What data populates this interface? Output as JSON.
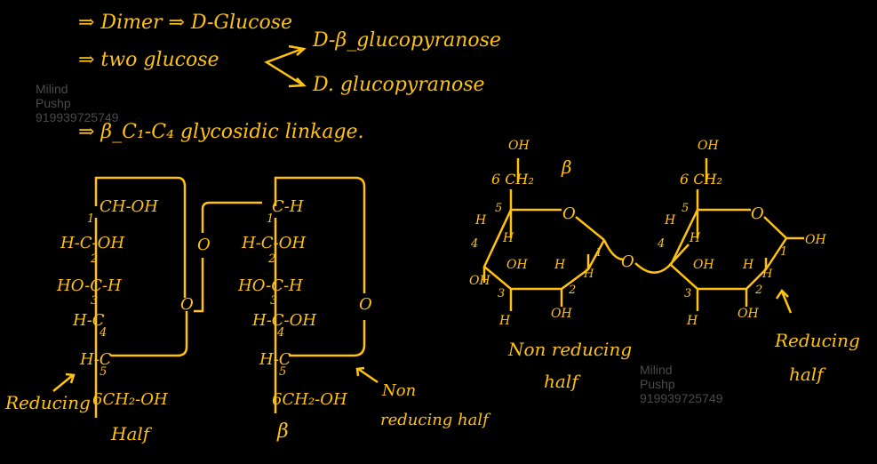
{
  "colors": {
    "background": "#000000",
    "ink": "#FFC20E",
    "watermark": "#4a4a4a"
  },
  "notes": {
    "line1": "⇒ Dimer ⇒ D-Glucose",
    "line2_prefix": "⇒ two glucose",
    "branch_a": "D-β_glucopyranose",
    "branch_b": "D. glucopyranose",
    "line3": "⇒ β_C₁-C₄ glycosidic linkage."
  },
  "watermark": {
    "name1": "Milind",
    "name2": "Pushp",
    "phone": "919939725749"
  },
  "fischer_left": {
    "r1": "CH-OH",
    "r2": "H-C-OH",
    "r3": "HO-C-H",
    "r4": "H-C",
    "r5": "H-C",
    "r6": "6CH₂-OH",
    "n1": "1",
    "n2": "2",
    "n3": "3",
    "n4": "4",
    "n5": "5",
    "label1": "Reducing",
    "label2": "Half"
  },
  "bridge_o": {
    "left": "O",
    "mid": "O",
    "right": "O",
    "ring_l": "O",
    "ring_r": "O"
  },
  "fischer_right": {
    "r1": "C-H",
    "r2": "H-C-OH",
    "r3": "HO-C-H",
    "r4": "H-C-OH",
    "r5": "H-C",
    "r6": "6CH₂-OH",
    "n1": "1",
    "n2": "2",
    "n3": "3",
    "n4": "4",
    "n5": "5",
    "beta": "β",
    "label1": "Non",
    "label2": "reducing half"
  },
  "haworth_left": {
    "ch2_top": "OH",
    "ch2": "6 CH₂",
    "beta": "β",
    "ring_o": "O",
    "c5": "5",
    "c4": "4",
    "c1": "1",
    "c2": "2",
    "c3": "3",
    "h5": "H",
    "h_c4_up": "H",
    "oh_c4": "OH",
    "oh_c3": "OH",
    "h_c2": "H",
    "h_c1": "H",
    "h_c3": "H",
    "oh_c2": "OH",
    "label1": "Non reducing",
    "label2": "half"
  },
  "haworth_right": {
    "ch2_top": "OH",
    "ch2": "6 CH₂",
    "ring_o": "O",
    "c5": "5",
    "c4": "4",
    "c1": "1",
    "c2": "2",
    "c3": "3",
    "h5": "H",
    "h_c4_up": "H",
    "oh_c3": "OH",
    "h_c2": "H",
    "h_c1": "H",
    "h_c3": "H",
    "oh_c2": "OH",
    "oh_c1": "OH",
    "label1": "Reducing",
    "label2": "half"
  }
}
